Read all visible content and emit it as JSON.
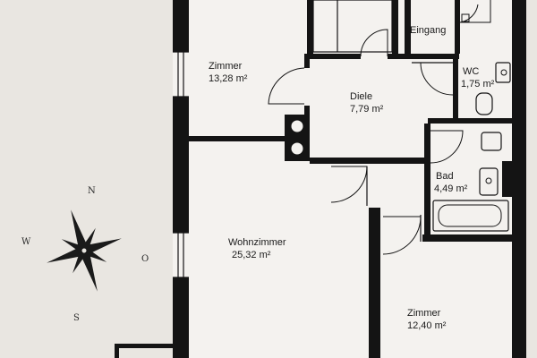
{
  "rooms": {
    "zimmer_nw": {
      "name": "Zimmer",
      "area": "13,28 m²"
    },
    "diele": {
      "name": "Diele",
      "area": "7,79 m²"
    },
    "eingang": {
      "name": "Eingang"
    },
    "wc": {
      "name": "WC",
      "area": "1,75 m²"
    },
    "bad": {
      "name": "Bad",
      "area": "4,49 m²"
    },
    "wohnzimmer": {
      "name": "Wohnzimmer",
      "area": "25,32 m²"
    },
    "zimmer_se": {
      "name": "Zimmer",
      "area": "12,40 m²"
    }
  },
  "compass": {
    "north": "N",
    "south": "S",
    "west": "W",
    "east": "O"
  },
  "colors": {
    "paper": "#e9e6e1",
    "room_fill": "#f4f2ef",
    "wall": "#141414"
  }
}
